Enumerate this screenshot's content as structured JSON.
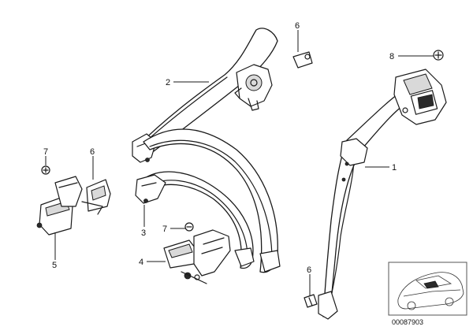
{
  "diagram": {
    "callouts": {
      "c1": "1",
      "c2": "2",
      "c3": "3",
      "c4": "4",
      "c5": "5",
      "c6_top": "6",
      "c6_left": "6",
      "c6_bottom": "6",
      "c7_left": "7",
      "c7_mid": "7",
      "c8": "8"
    },
    "document_number": "00087903"
  }
}
